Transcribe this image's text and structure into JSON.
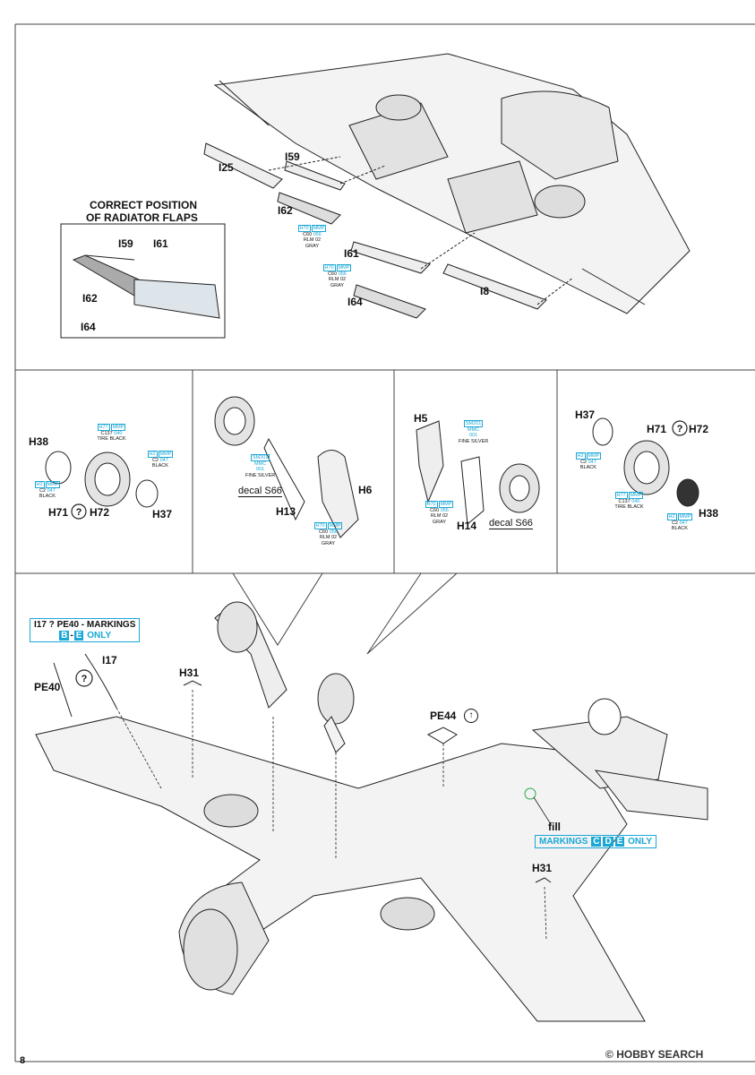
{
  "page_number": "8",
  "top": {
    "inset_title_1": "CORRECT POSITION",
    "inset_title_2": "OF RADIATOR FLAPS",
    "inset_i59": "I59",
    "inset_i61": "I61",
    "inset_i62": "I62",
    "inset_i64": "I64",
    "parts": [
      "I25",
      "I59",
      "I62",
      "I61",
      "I64",
      "I8"
    ],
    "paint_1": {
      "codes": [
        "H70",
        "MMP"
      ],
      "c": "C60",
      "num": "056",
      "name": "RLM 02",
      "name2": "GRAY"
    },
    "paint_2": {
      "codes": [
        "H70",
        "MMP"
      ],
      "c": "C60",
      "num": "056",
      "name": "RLM 02",
      "name2": "GRAY"
    }
  },
  "middle": {
    "left": {
      "h38": "H38",
      "h71": "H71",
      "h72": "H72",
      "h37": "H37",
      "paint_tire": {
        "codes": [
          "H77",
          "MMP"
        ],
        "c": "C137",
        "num": "040",
        "name": "TIRE BLACK"
      },
      "paint_black_a": {
        "codes": [
          "H2",
          "MMP"
        ],
        "c": "C2",
        "num": "047",
        "name": "BLACK"
      },
      "paint_black_b": {
        "codes": [
          "H2",
          "MMP"
        ],
        "c": "C2",
        "num": "047",
        "name": "BLACK"
      }
    },
    "center_left": {
      "decal": "decal S66",
      "h13": "H13",
      "h6": "H6",
      "paint_silver": {
        "codes": [
          "SM201"
        ],
        "c": "MMC",
        "num": "001",
        "name": "FINE SILVER"
      },
      "paint_gray": {
        "codes": [
          "H70",
          "MMP"
        ],
        "c": "C60",
        "num": "056",
        "name": "RLM 02",
        "name2": "GRAY"
      }
    },
    "center_right": {
      "h5": "H5",
      "h14": "H14",
      "decal": "decal S66",
      "paint_silver": {
        "codes": [
          "SM201"
        ],
        "c": "MMC",
        "num": "001",
        "name": "FINE SILVER"
      },
      "paint_gray": {
        "codes": [
          "H70",
          "MMP"
        ],
        "c": "C60",
        "num": "056",
        "name": "RLM 02",
        "name2": "GRAY"
      }
    },
    "right": {
      "h37": "H37",
      "h71": "H71",
      "h72": "H72",
      "h38": "H38",
      "paint_black_a": {
        "codes": [
          "H2",
          "MMP"
        ],
        "c": "C2",
        "num": "047",
        "name": "BLACK"
      },
      "paint_tire": {
        "codes": [
          "H77",
          "MMP"
        ],
        "c": "C137",
        "num": "040",
        "name": "TIRE BLACK"
      },
      "paint_black_b": {
        "codes": [
          "H2",
          "MMP"
        ],
        "c": "C2",
        "num": "047",
        "name": "BLACK"
      }
    }
  },
  "bottom": {
    "note_head": "I17 ? PE40 - MARKINGS",
    "note_b": "B",
    "note_dash": "-",
    "note_e": "E",
    "note_only": "ONLY",
    "i17": "I17",
    "pe40": "PE40",
    "h31_a": "H31",
    "pe44": "PE44",
    "h31_b": "H31",
    "fill": "fill",
    "markings_label": "MARKINGS",
    "mark_c": "C",
    "mark_d": "D",
    "mark_e": "E",
    "markings_only": "ONLY"
  },
  "watermark": "HOBBY SEARCH",
  "watermark_copy": "©",
  "colors": {
    "accent": "#1aa7d6",
    "line": "#111111"
  }
}
